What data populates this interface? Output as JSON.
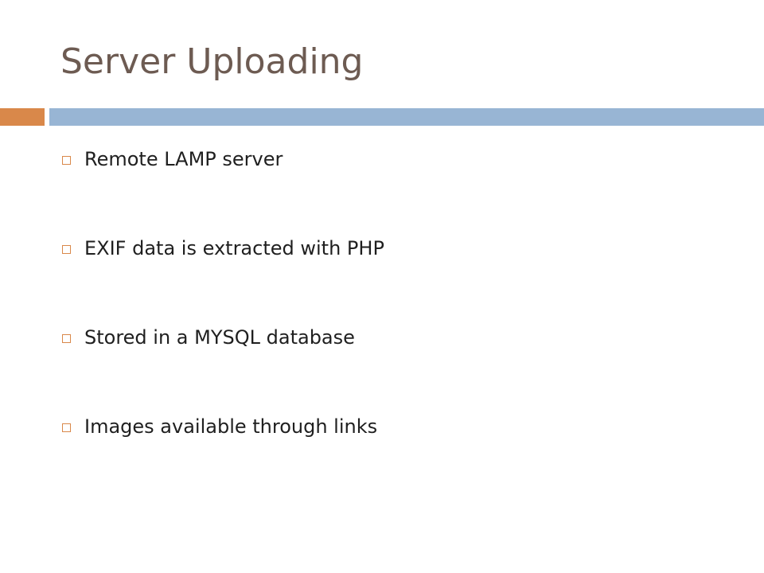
{
  "slide": {
    "title": "Server Uploading",
    "bullets": [
      "Remote LAMP server",
      "EXIF data is extracted with PHP",
      "Stored in a MYSQL database",
      "Images available through links"
    ],
    "colors": {
      "title": "#6d5b52",
      "accent": "#d9884a",
      "bar": "#98b5d4",
      "text": "#1f1f1f"
    },
    "bullet_icon": "square-outline-icon"
  }
}
